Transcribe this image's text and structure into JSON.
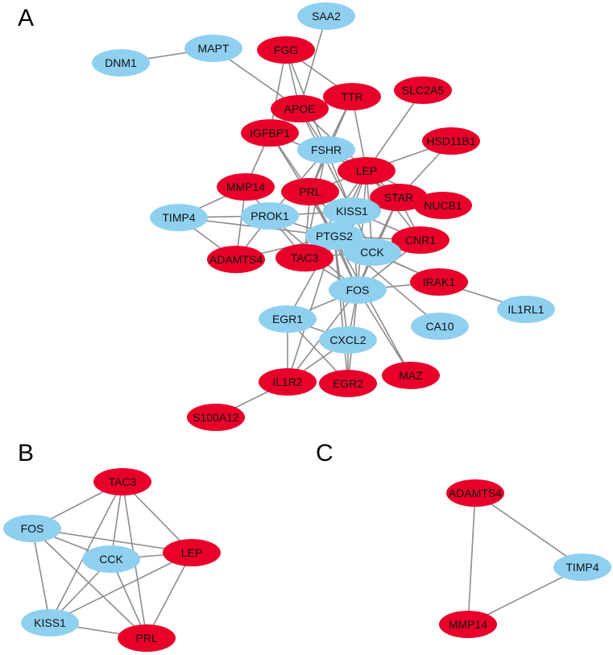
{
  "colors": {
    "up": "#e8002a",
    "down": "#8fd0f0",
    "edge": "#8c8c8c"
  },
  "panels": [
    {
      "letter": "A",
      "nodes": [
        {
          "id": "SAA2",
          "type": "down"
        },
        {
          "id": "MAPT",
          "type": "down"
        },
        {
          "id": "DNM1",
          "type": "down"
        },
        {
          "id": "FGG",
          "type": "up"
        },
        {
          "id": "TTR",
          "type": "up"
        },
        {
          "id": "SLC2A5",
          "type": "up"
        },
        {
          "id": "APOE",
          "type": "up"
        },
        {
          "id": "IGFBP1",
          "type": "up"
        },
        {
          "id": "HSD11B1",
          "type": "up"
        },
        {
          "id": "FSHR",
          "type": "down"
        },
        {
          "id": "LEP",
          "type": "up"
        },
        {
          "id": "MMP14",
          "type": "up"
        },
        {
          "id": "PRL",
          "type": "up"
        },
        {
          "id": "STAR",
          "type": "up"
        },
        {
          "id": "NUCB1",
          "type": "up"
        },
        {
          "id": "TIMP4",
          "type": "down"
        },
        {
          "id": "PROK1",
          "type": "down"
        },
        {
          "id": "KISS1",
          "type": "down"
        },
        {
          "id": "PTGS2",
          "type": "down"
        },
        {
          "id": "CNR1",
          "type": "up"
        },
        {
          "id": "ADAMTS4",
          "type": "up"
        },
        {
          "id": "TAC3",
          "type": "up"
        },
        {
          "id": "CCK",
          "type": "down"
        },
        {
          "id": "IRAK1",
          "type": "up"
        },
        {
          "id": "FOS",
          "type": "down"
        },
        {
          "id": "IL1RL1",
          "type": "down"
        },
        {
          "id": "EGR1",
          "type": "down"
        },
        {
          "id": "CA10",
          "type": "down"
        },
        {
          "id": "CXCL2",
          "type": "down"
        },
        {
          "id": "IL1R2",
          "type": "up"
        },
        {
          "id": "EGR2",
          "type": "up"
        },
        {
          "id": "MAZ",
          "type": "up"
        },
        {
          "id": "S100A12",
          "type": "up"
        }
      ],
      "edges": [
        [
          "DNM1",
          "MAPT"
        ],
        [
          "MAPT",
          "APOE"
        ],
        [
          "SAA2",
          "APOE"
        ],
        [
          "FGG",
          "APOE"
        ],
        [
          "FGG",
          "TTR"
        ],
        [
          "FGG",
          "IGFBP1"
        ],
        [
          "FGG",
          "FSHR"
        ],
        [
          "APOE",
          "TTR"
        ],
        [
          "APOE",
          "FSHR"
        ],
        [
          "APOE",
          "LEP"
        ],
        [
          "APOE",
          "KISS1"
        ],
        [
          "APOE",
          "IGFBP1"
        ],
        [
          "TTR",
          "LEP"
        ],
        [
          "TTR",
          "FSHR"
        ],
        [
          "TTR",
          "PRL"
        ],
        [
          "IGFBP1",
          "PRL"
        ],
        [
          "IGFBP1",
          "PTGS2"
        ],
        [
          "IGFBP1",
          "MMP14"
        ],
        [
          "IGFBP1",
          "LEP"
        ],
        [
          "FSHR",
          "LEP"
        ],
        [
          "FSHR",
          "KISS1"
        ],
        [
          "FSHR",
          "PRL"
        ],
        [
          "FSHR",
          "PROK1"
        ],
        [
          "FSHR",
          "STAR"
        ],
        [
          "FSHR",
          "TAC3"
        ],
        [
          "SLC2A5",
          "LEP"
        ],
        [
          "HSD11B1",
          "STAR"
        ],
        [
          "HSD11B1",
          "LEP"
        ],
        [
          "LEP",
          "PRL"
        ],
        [
          "LEP",
          "KISS1"
        ],
        [
          "LEP",
          "STAR"
        ],
        [
          "LEP",
          "PTGS2"
        ],
        [
          "LEP",
          "CCK"
        ],
        [
          "LEP",
          "FOS"
        ],
        [
          "LEP",
          "CNR1"
        ],
        [
          "LEP",
          "TAC3"
        ],
        [
          "LEP",
          "NUCB1"
        ],
        [
          "MMP14",
          "TIMP4"
        ],
        [
          "MMP14",
          "ADAMTS4"
        ],
        [
          "MMP14",
          "PROK1"
        ],
        [
          "TIMP4",
          "PROK1"
        ],
        [
          "TIMP4",
          "ADAMTS4"
        ],
        [
          "TIMP4",
          "PTGS2"
        ],
        [
          "PRL",
          "KISS1"
        ],
        [
          "PRL",
          "PTGS2"
        ],
        [
          "PRL",
          "CCK"
        ],
        [
          "PRL",
          "FOS"
        ],
        [
          "PRL",
          "TAC3"
        ],
        [
          "PROK1",
          "KISS1"
        ],
        [
          "PROK1",
          "PTGS2"
        ],
        [
          "PROK1",
          "ADAMTS4"
        ],
        [
          "PROK1",
          "TAC3"
        ],
        [
          "PROK1",
          "FOS"
        ],
        [
          "KISS1",
          "STAR"
        ],
        [
          "KISS1",
          "PTGS2"
        ],
        [
          "KISS1",
          "CCK"
        ],
        [
          "KISS1",
          "FOS"
        ],
        [
          "KISS1",
          "CNR1"
        ],
        [
          "KISS1",
          "TAC3"
        ],
        [
          "STAR",
          "PTGS2"
        ],
        [
          "STAR",
          "CCK"
        ],
        [
          "STAR",
          "NUCB1"
        ],
        [
          "STAR",
          "CNR1"
        ],
        [
          "STAR",
          "FOS"
        ],
        [
          "PTGS2",
          "CNR1"
        ],
        [
          "PTGS2",
          "TAC3"
        ],
        [
          "PTGS2",
          "CCK"
        ],
        [
          "PTGS2",
          "FOS"
        ],
        [
          "PTGS2",
          "EGR1"
        ],
        [
          "PTGS2",
          "IRAK1"
        ],
        [
          "PTGS2",
          "CA10"
        ],
        [
          "PTGS2",
          "ADAMTS4"
        ],
        [
          "PTGS2",
          "CXCL2"
        ],
        [
          "PTGS2",
          "IL1R2"
        ],
        [
          "PTGS2",
          "EGR2"
        ],
        [
          "PTGS2",
          "MAZ"
        ],
        [
          "CNR1",
          "CCK"
        ],
        [
          "CNR1",
          "FOS"
        ],
        [
          "TAC3",
          "CCK"
        ],
        [
          "TAC3",
          "FOS"
        ],
        [
          "CCK",
          "FOS"
        ],
        [
          "CCK",
          "IRAK1"
        ],
        [
          "FOS",
          "IRAK1"
        ],
        [
          "FOS",
          "EGR1"
        ],
        [
          "FOS",
          "CXCL2"
        ],
        [
          "FOS",
          "IL1R2"
        ],
        [
          "FOS",
          "EGR2"
        ],
        [
          "FOS",
          "MAZ"
        ],
        [
          "IRAK1",
          "IL1RL1"
        ],
        [
          "EGR1",
          "CXCL2"
        ],
        [
          "EGR1",
          "EGR2"
        ],
        [
          "EGR1",
          "IL1R2"
        ],
        [
          "CXCL2",
          "IL1R2"
        ],
        [
          "CXCL2",
          "EGR2"
        ],
        [
          "IL1R2",
          "S100A12"
        ]
      ]
    },
    {
      "letter": "B",
      "nodes": [
        {
          "id": "TAC3",
          "type": "up"
        },
        {
          "id": "FOS",
          "type": "down"
        },
        {
          "id": "LEP",
          "type": "up"
        },
        {
          "id": "CCK",
          "type": "down"
        },
        {
          "id": "KISS1",
          "type": "down"
        },
        {
          "id": "PRL",
          "type": "up"
        }
      ],
      "edges": [
        [
          "TAC3",
          "FOS"
        ],
        [
          "TAC3",
          "LEP"
        ],
        [
          "TAC3",
          "CCK"
        ],
        [
          "TAC3",
          "KISS1"
        ],
        [
          "TAC3",
          "PRL"
        ],
        [
          "FOS",
          "LEP"
        ],
        [
          "FOS",
          "CCK"
        ],
        [
          "FOS",
          "KISS1"
        ],
        [
          "FOS",
          "PRL"
        ],
        [
          "LEP",
          "CCK"
        ],
        [
          "LEP",
          "KISS1"
        ],
        [
          "LEP",
          "PRL"
        ],
        [
          "CCK",
          "KISS1"
        ],
        [
          "CCK",
          "PRL"
        ],
        [
          "KISS1",
          "PRL"
        ]
      ]
    },
    {
      "letter": "C",
      "nodes": [
        {
          "id": "ADAMTS4",
          "type": "up"
        },
        {
          "id": "TIMP4",
          "type": "down"
        },
        {
          "id": "MMP14",
          "type": "up"
        }
      ],
      "edges": [
        [
          "ADAMTS4",
          "TIMP4"
        ],
        [
          "ADAMTS4",
          "MMP14"
        ],
        [
          "TIMP4",
          "MMP14"
        ]
      ]
    }
  ]
}
